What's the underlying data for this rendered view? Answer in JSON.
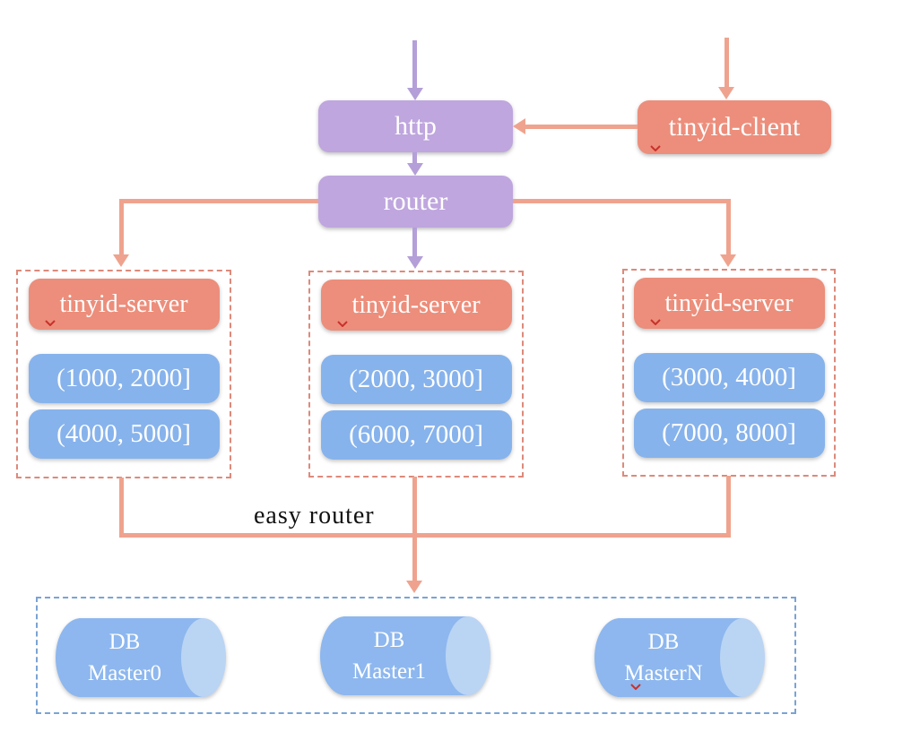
{
  "colors": {
    "purple_fill": "#bfa6de",
    "purple_line": "#b49fd8",
    "salmon_fill": "#ec8e7b",
    "salmon_line": "#efa38e",
    "salmon_dash": "#dd8a7b",
    "blue_fill": "#87b3ec",
    "cyl_fill": "#8db7ee",
    "cyl_cap": "#bad4f4",
    "blue_dash": "#7aa3d4",
    "label_black": "#111111",
    "spell_red": "#c9312b"
  },
  "nodes": {
    "http": {
      "label": "http"
    },
    "router": {
      "label": "router"
    },
    "client": {
      "label": "tinyid-client"
    }
  },
  "servers": [
    {
      "label": "tinyid-server",
      "ranges": [
        "(1000, 2000]",
        "(4000, 5000]"
      ]
    },
    {
      "label": "tinyid-server",
      "ranges": [
        "(2000, 3000]",
        "(6000, 7000]"
      ]
    },
    {
      "label": "tinyid-server",
      "ranges": [
        "(3000, 4000]",
        "(7000, 8000]"
      ]
    }
  ],
  "easy_router": {
    "label": "easy router"
  },
  "databases": {
    "items": [
      {
        "line1": "DB",
        "line2": "Master0"
      },
      {
        "line1": "DB",
        "line2": "Master1"
      },
      {
        "line1": "DB",
        "line2": "MasterN"
      }
    ]
  }
}
